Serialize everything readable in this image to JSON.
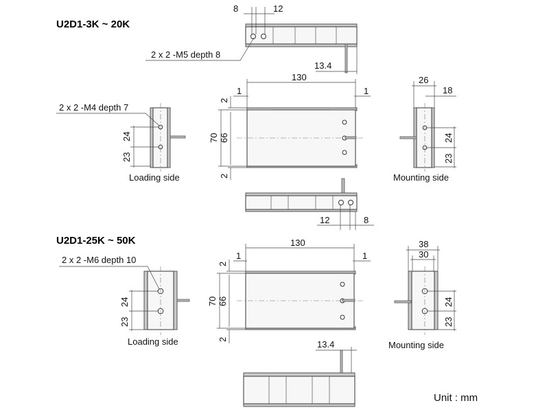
{
  "sections": [
    {
      "title": "U2D1-3K ~ 20K",
      "top_view": {
        "dim_a": "8",
        "dim_b": "12",
        "note": "2 x 2 -M5 depth 8",
        "dim_c": "13.4"
      },
      "front_view": {
        "length": "130",
        "gap_left": "1",
        "gap_right": "1",
        "top_offset": "2",
        "height_outer": "70",
        "height_inner": "66",
        "bottom_offset": "2"
      },
      "loading_side": {
        "note": "2 x 2 -M4 depth 7",
        "dim_upper": "24",
        "dim_lower": "23",
        "label": "Loading side"
      },
      "mounting_side": {
        "width_outer": "26",
        "width_inner": "18",
        "dim_upper": "24",
        "dim_lower": "23",
        "label": "Mounting side"
      },
      "bottom_view": {
        "dim_a": "12",
        "dim_b": "8"
      }
    },
    {
      "title": "U2D1-25K ~ 50K",
      "front_view": {
        "length": "130",
        "gap_left": "1",
        "gap_right": "1",
        "top_offset": "2",
        "height_outer": "70",
        "height_inner": "66",
        "bottom_offset": "2"
      },
      "loading_side": {
        "note": "2 x 2 -M6 depth 10",
        "dim_upper": "24",
        "dim_lower": "23",
        "label": "Loading side"
      },
      "mounting_side": {
        "width_outer": "38",
        "width_inner": "30",
        "dim_upper": "24",
        "dim_lower": "23",
        "label": "Mounting side"
      },
      "bottom_view": {
        "dim_c": "13.4"
      }
    }
  ],
  "unit_label": "Unit : mm"
}
